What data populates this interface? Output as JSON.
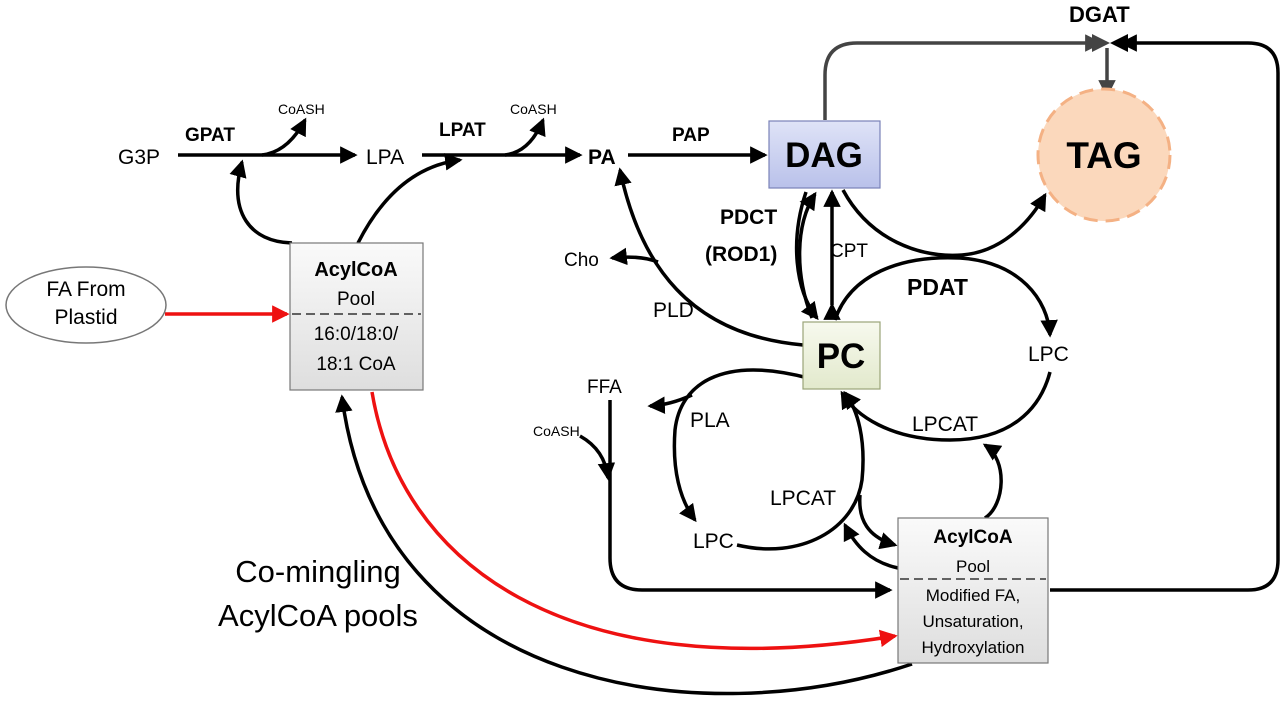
{
  "nodes": {
    "g3p": "G3P",
    "lpa": "LPA",
    "pa": "PA",
    "dag": "DAG",
    "tag": "TAG",
    "pc": "PC",
    "cho": "Cho",
    "ffa": "FFA",
    "lpc_right": "LPC",
    "lpc_bottom": "LPC",
    "fa_plastid_line1": "FA From",
    "fa_plastid_line2": "Plastid",
    "coash_1": "CoASH",
    "coash_2": "CoASH",
    "coash_3": "CoASH"
  },
  "enzymes": {
    "gpat": "GPAT",
    "lpat": "LPAT",
    "pap": "PAP",
    "dgat": "DGAT",
    "pdct_line1": "PDCT",
    "pdct_line2": "(ROD1)",
    "cpt": "CPT",
    "pdat": "PDAT",
    "pld": "PLD",
    "pla": "PLA",
    "lpcat_upper": "LPCAT",
    "lpcat_lower": "LPCAT"
  },
  "acylcoa_pool_left": {
    "title": "AcylCoA",
    "subtitle": "Pool",
    "line1": "16:0/18:0/",
    "line2": "18:1 CoA"
  },
  "acylcoa_pool_right": {
    "title": "AcylCoA",
    "subtitle": "Pool",
    "line1": "Modified FA,",
    "line2": "Unsaturation,",
    "line3": "Hydroxylation"
  },
  "caption": {
    "line1": "Co-mingling",
    "line2": "AcylCoA pools"
  },
  "colors": {
    "dag_fill": "#c9cfee",
    "pc_fill": "#edf2dc",
    "tag_fill": "#fbd8bc",
    "tag_stroke": "#f4b184",
    "pool_fill": "#e6e6e6",
    "red_arrow": "#ee1111",
    "grey_arrow": "#444444"
  }
}
